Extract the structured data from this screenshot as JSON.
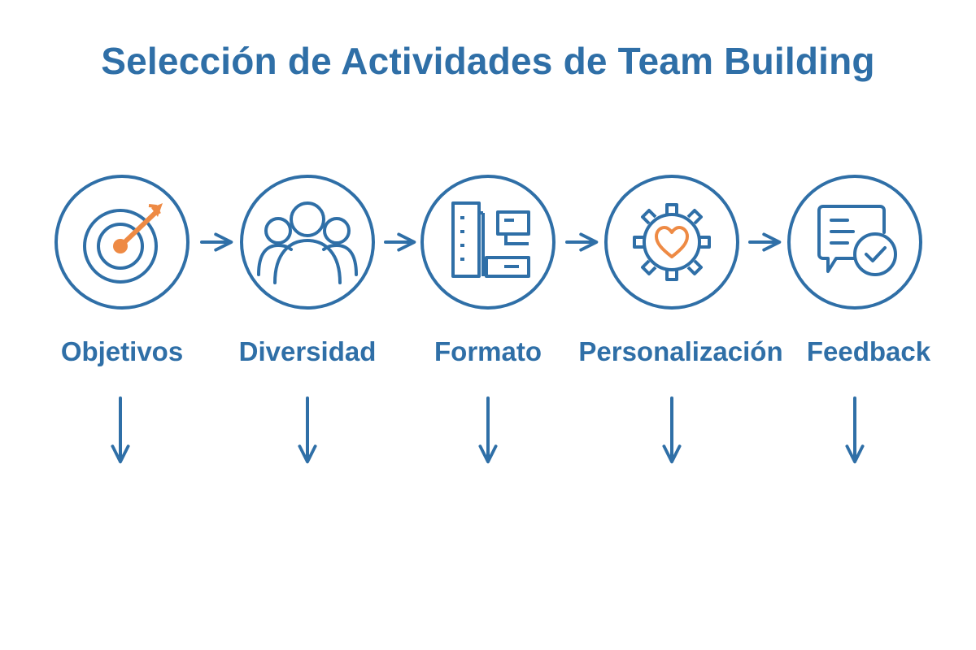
{
  "title": "Selección de Actividades de Team Building",
  "colors": {
    "primary": "#2f6fa7",
    "accent": "#ee8a44",
    "background": "#ffffff"
  },
  "steps": [
    {
      "label": "Objetivos",
      "icon": "target-with-arrow-icon"
    },
    {
      "label": "Diversidad",
      "icon": "group-of-people-icon"
    },
    {
      "label": "Formato",
      "icon": "building-and-screen-icon"
    },
    {
      "label": "Personalización",
      "icon": "gear-with-heart-icon"
    },
    {
      "label": "Feedback",
      "icon": "chat-bubble-with-check-icon"
    }
  ]
}
